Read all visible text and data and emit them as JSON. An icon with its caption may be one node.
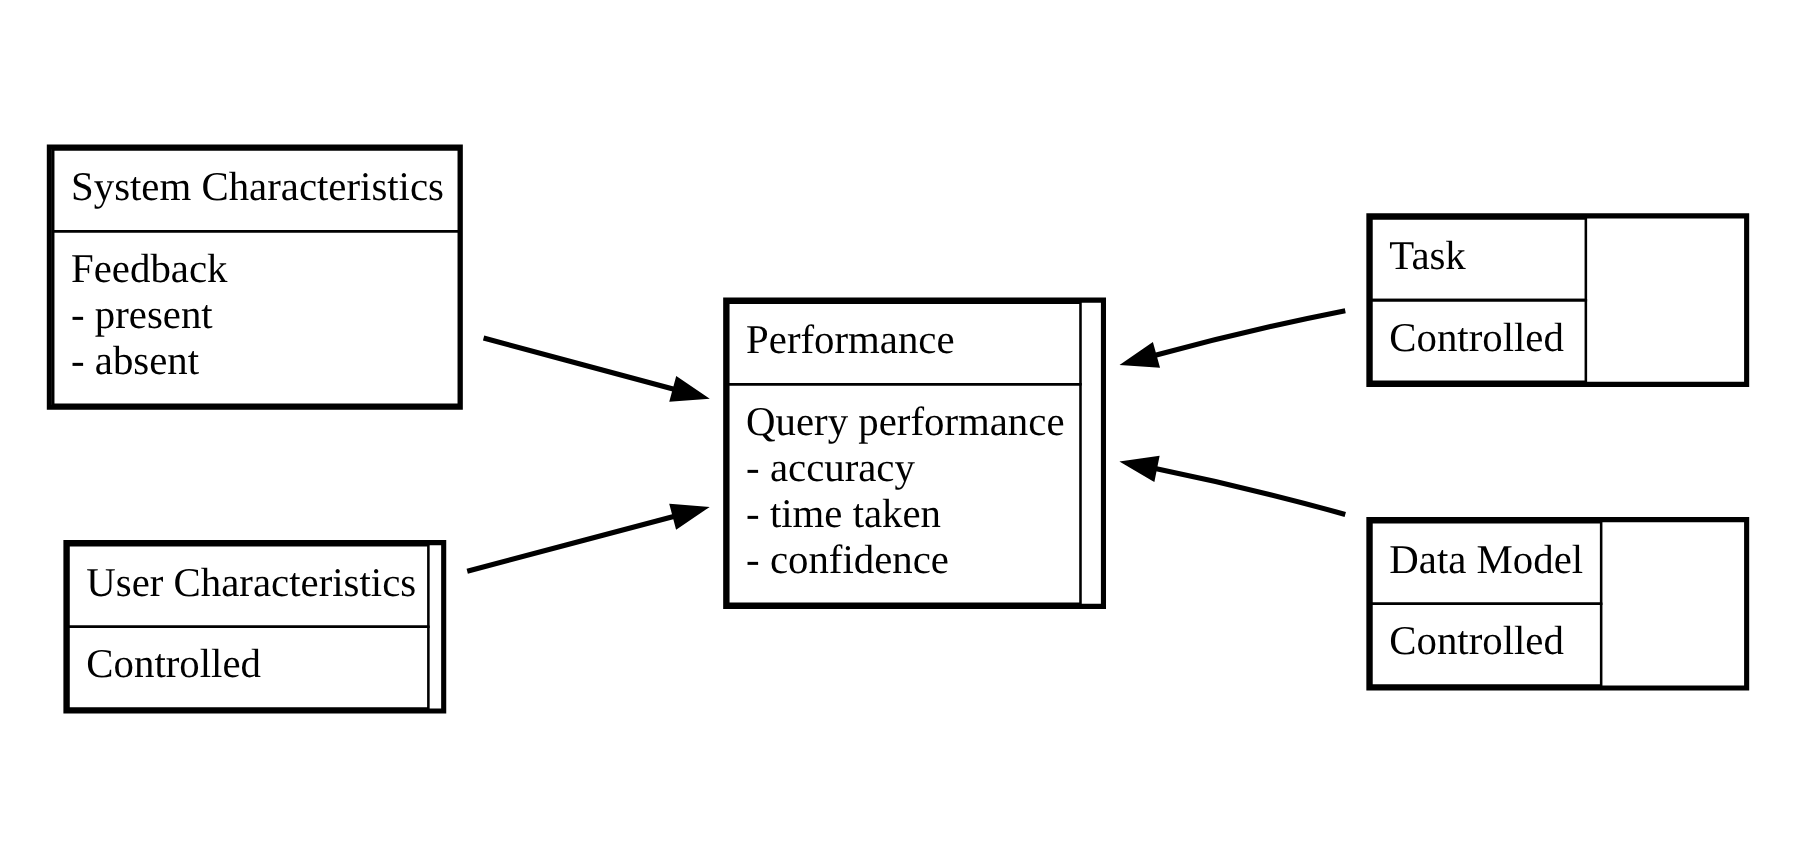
{
  "diagram": {
    "nodes": [
      {
        "text": [
          "System Characteristics",
          "Feedback - present - absent"
        ]
      },
      {
        "text": [
          "Performance",
          "Query performance - accuracy - time taken - confidence"
        ]
      },
      {
        "text": [
          "Task",
          "Controlled"
        ]
      },
      {
        "text": [
          "User Characteristics",
          "Controlled"
        ]
      },
      {
        "text": [
          "Data Model",
          "Controlled"
        ]
      }
    ],
    "edges": [
      {
        "from": 0,
        "to": 1,
        "arrow": "to"
      },
      {
        "from": 2,
        "to": 1,
        "arrow": "to"
      },
      {
        "from": 3,
        "to": 1,
        "arrow": "to"
      },
      {
        "from": 4,
        "to": 1,
        "arrow": "to"
      }
    ]
  }
}
